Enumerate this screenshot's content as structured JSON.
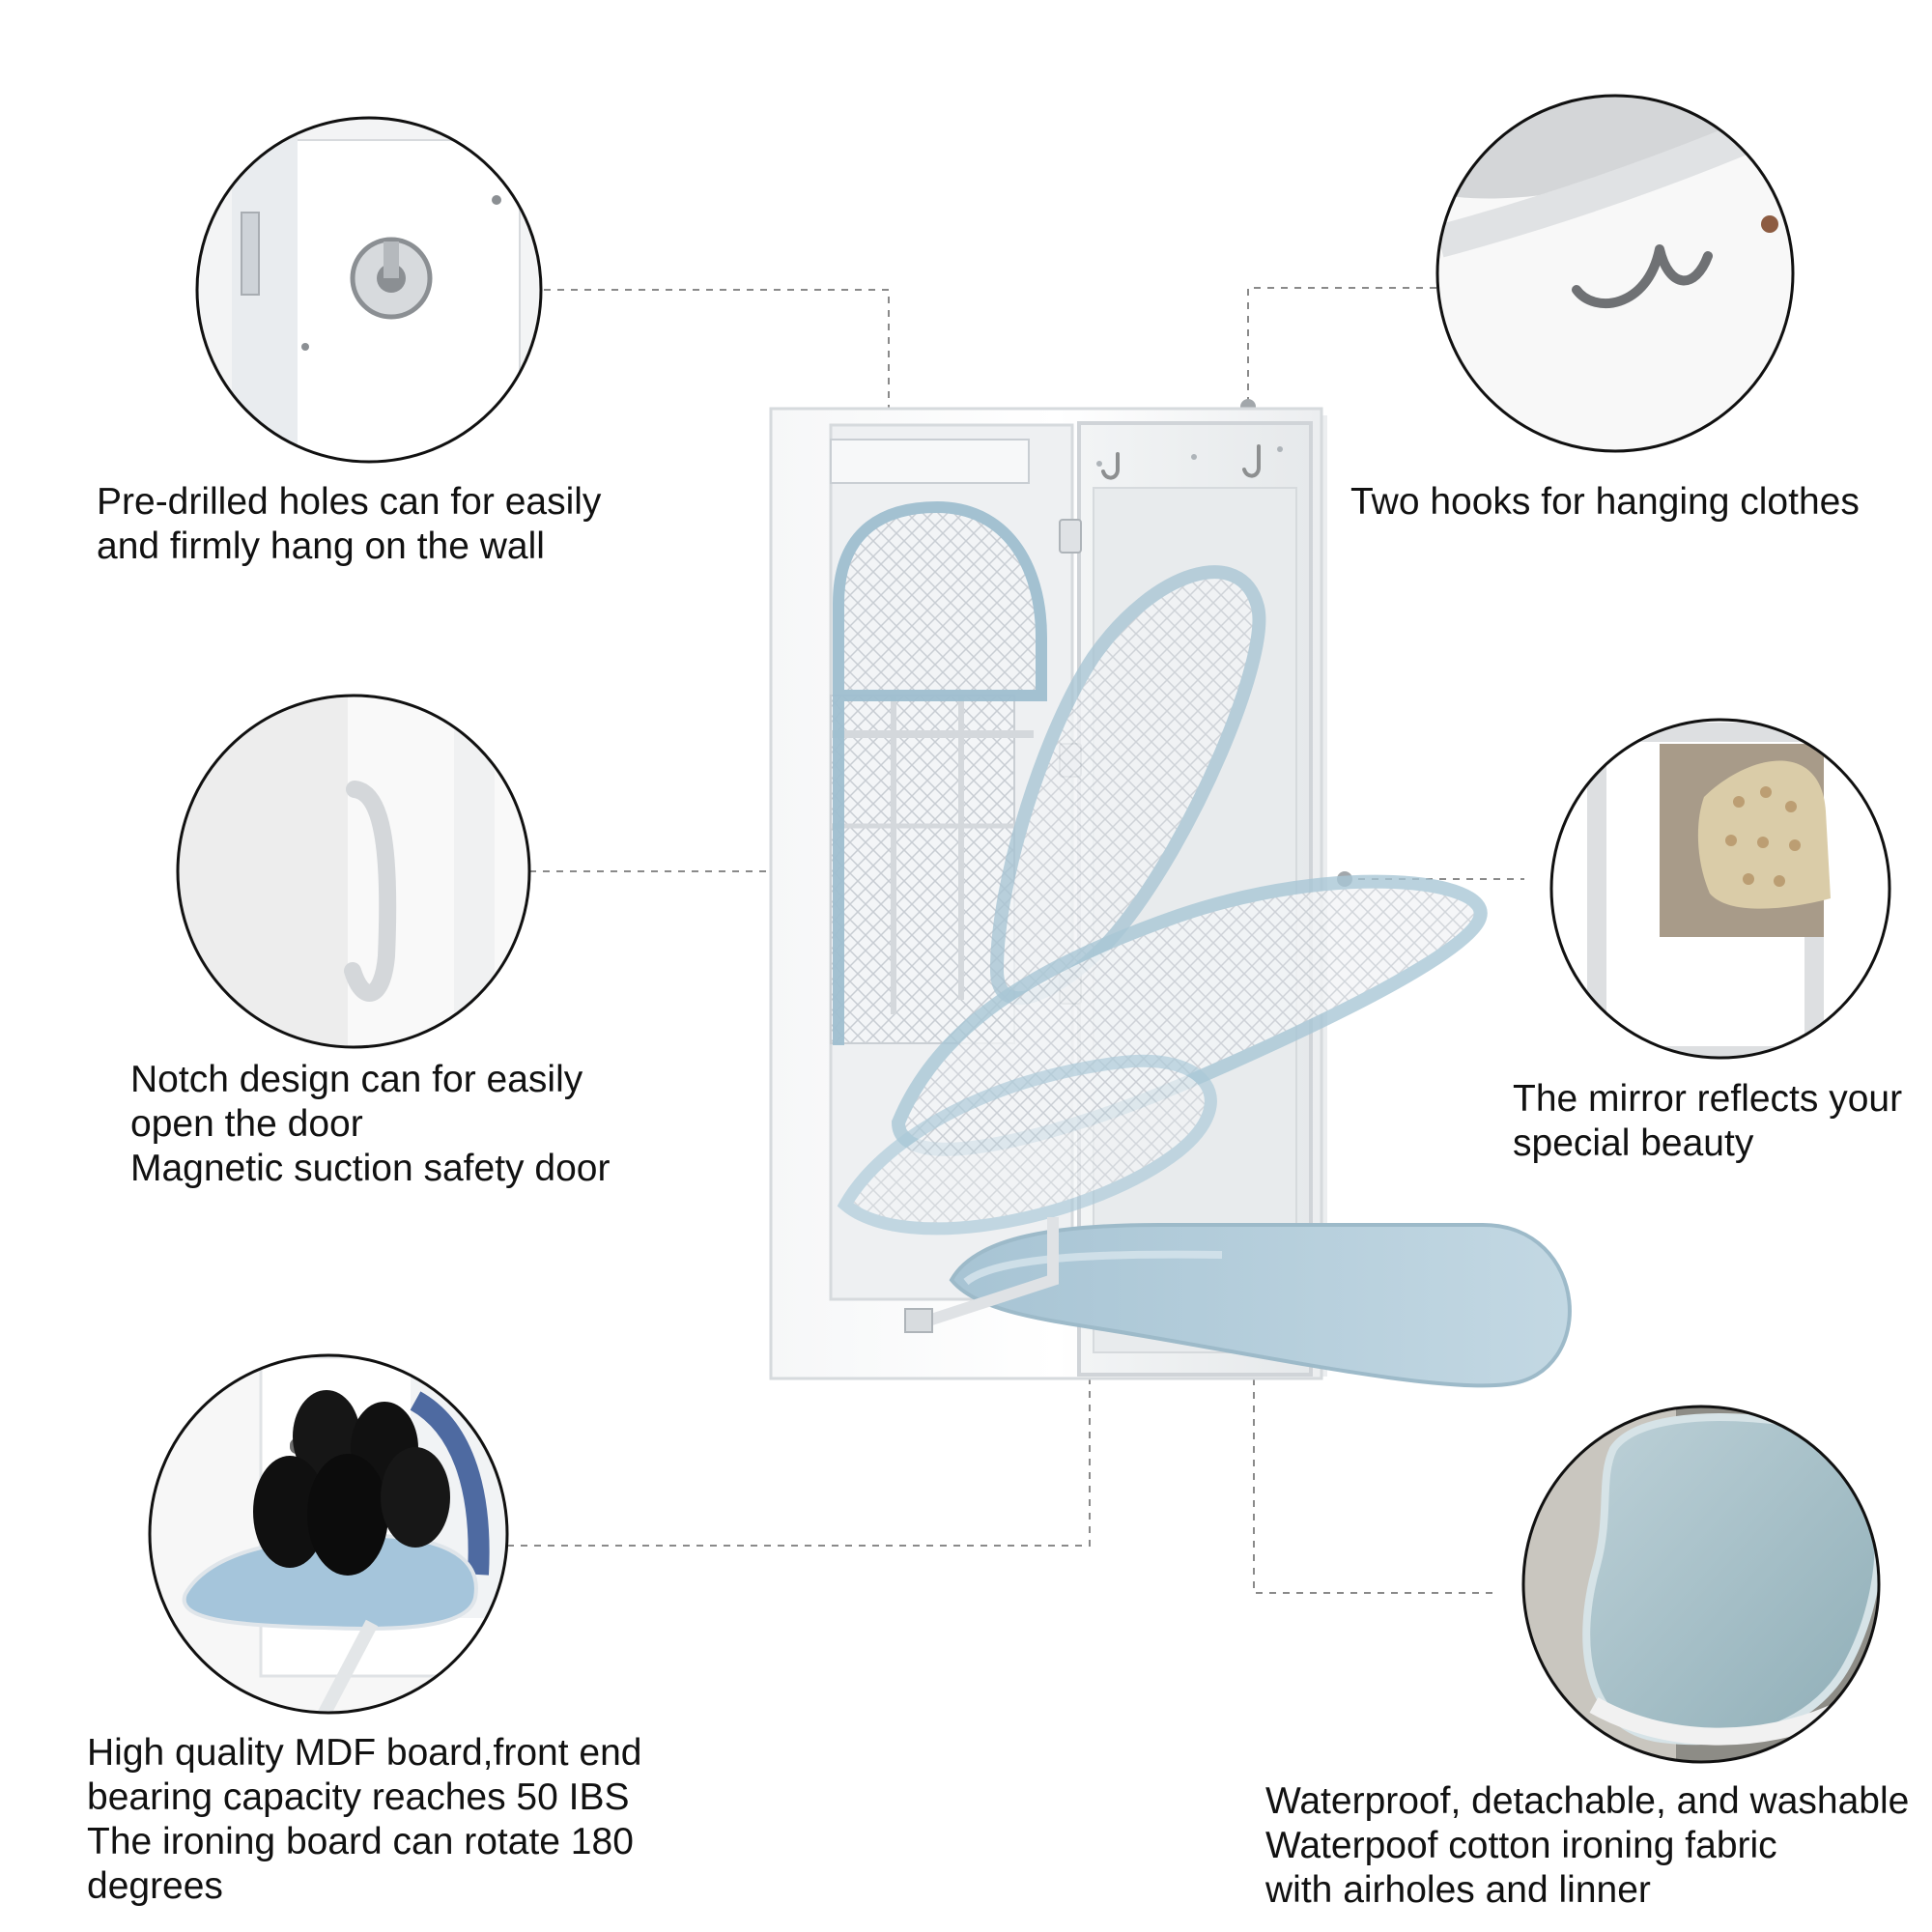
{
  "features": {
    "holes": {
      "lines": [
        "Pre-drilled holes can for easily",
        "and firmly hang on the wall"
      ]
    },
    "hooks": {
      "lines": [
        "Two hooks for hanging clothes"
      ]
    },
    "notch": {
      "lines": [
        "Notch design can for easily",
        "open the door",
        "Magnetic suction safety door"
      ]
    },
    "mirror": {
      "lines": [
        "The mirror reflects your",
        "special beauty"
      ]
    },
    "board": {
      "lines": [
        "High quality MDF board,front end",
        "bearing capacity reaches 50 IBS",
        "The ironing board can rotate 180",
        "degrees"
      ]
    },
    "cover": {
      "lines": [
        "Waterproof, detachable, and washable",
        "Waterpoof cotton ironing fabric",
        "with airholes and linner"
      ]
    }
  },
  "colors": {
    "background": "#ffffff",
    "cabinet": "#f4f5f6",
    "board_blue": "#aac8d8",
    "board_blue_dark": "#8fb1c2",
    "mesh": "#d7dbe0",
    "leader": "#8a8a8a",
    "text": "#111111"
  },
  "icons": {
    "hole": "wall-mount-hole-icon",
    "hook": "clothes-hook-icon",
    "notch": "door-notch-icon",
    "mirror": "mirror-icon",
    "dumbbell": "dumbbell-icon",
    "fabric": "fabric-cover-icon"
  }
}
